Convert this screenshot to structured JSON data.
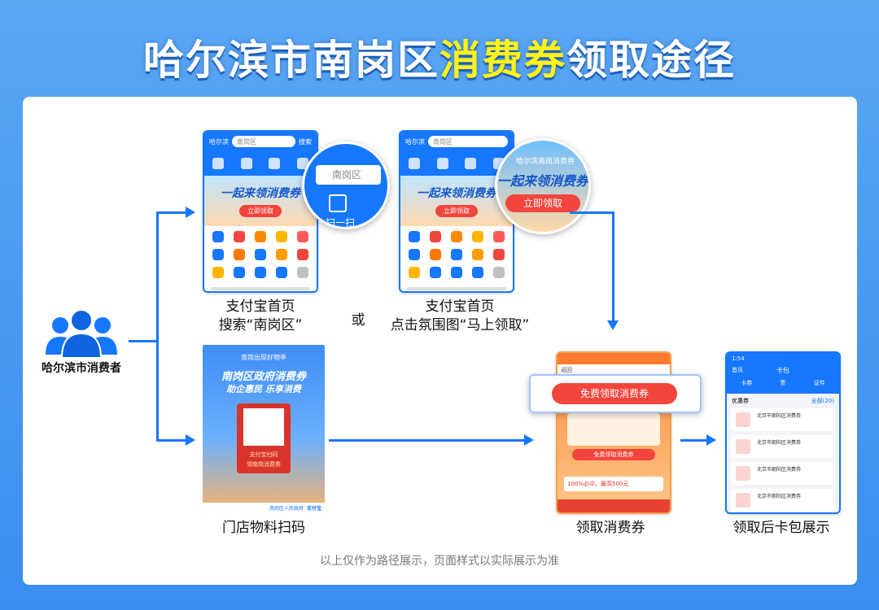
{
  "title": {
    "prefix": "哈尔滨市南岗区",
    "highlight": "消费券",
    "suffix": "领取途径"
  },
  "consumer": {
    "label": "哈尔滨市消费者"
  },
  "or_label": "或",
  "step1": {
    "city": "哈尔滨",
    "search_text": "南岗区",
    "search_btn": "搜索",
    "scan_label": "扫一扫",
    "banner_title": "一起来领消费券",
    "banner_btn": "立即领取",
    "caption_line1": "支付宝首页",
    "caption_line2": "搜索“南岗区”"
  },
  "step2": {
    "city": "哈尔滨",
    "search_text": "南岗区",
    "banner_top": "哈尔滨南岗消费券",
    "banner_title": "一起来领消费券",
    "banner_btn": "立即领取",
    "caption_line1": "支付宝首页",
    "caption_line2": "点击氛围图“马上领取”"
  },
  "poster": {
    "header": "南岗出现好物季",
    "title_line1": "南岗区政府消费券",
    "title_line2": "助企惠民 乐享消费",
    "envelope_line1": "支付宝扫码",
    "envelope_line2": "领南岗消费券",
    "footer_right": "南岗区人民政府",
    "footer_brand": "支付宝",
    "caption": "门店物料扫码"
  },
  "receive": {
    "back": "返回",
    "button_big": "免费领取消费券",
    "button_small": "免费领取消费券",
    "promo": "100%必中，最高500元",
    "caption": "领取消费券"
  },
  "cardbag": {
    "time": "1:54",
    "back": "首页",
    "title": "卡包",
    "tabs": [
      "卡券",
      "票",
      "证件"
    ],
    "section": "优惠券",
    "all": "全部(20)",
    "items": [
      "北京市朝阳区消费券",
      "北京市朝阳区消费券",
      "北京市朝阳区消费券",
      "北京市朝阳区消费券"
    ],
    "caption": "领取后卡包展示"
  },
  "footnote": "以上仅作为路径展示，页面样式以实际展示为准",
  "colors": {
    "accent": "#1677ff",
    "highlight": "#fff21a",
    "red": "#f2453d"
  }
}
